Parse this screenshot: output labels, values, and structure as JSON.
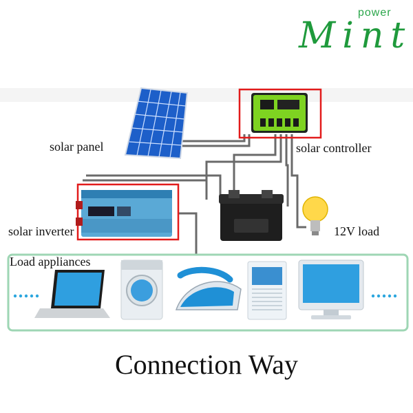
{
  "brand": {
    "name": "Mint",
    "tagline": "power"
  },
  "labels": {
    "solar_panel": "solar panel",
    "solar_controller": "solar controller",
    "solar_inverter": "solar inverter",
    "load_12v": "12V load",
    "load_appliances": "Load appliances"
  },
  "footer": {
    "title": "Connection Way"
  },
  "colors": {
    "brand_green": "#1f9a3c",
    "highlight_red": "#e21b1b",
    "appliance_border": "#9ed6b4",
    "wire": "#6a6a6a",
    "panel_blue": "#1d5fc9"
  }
}
